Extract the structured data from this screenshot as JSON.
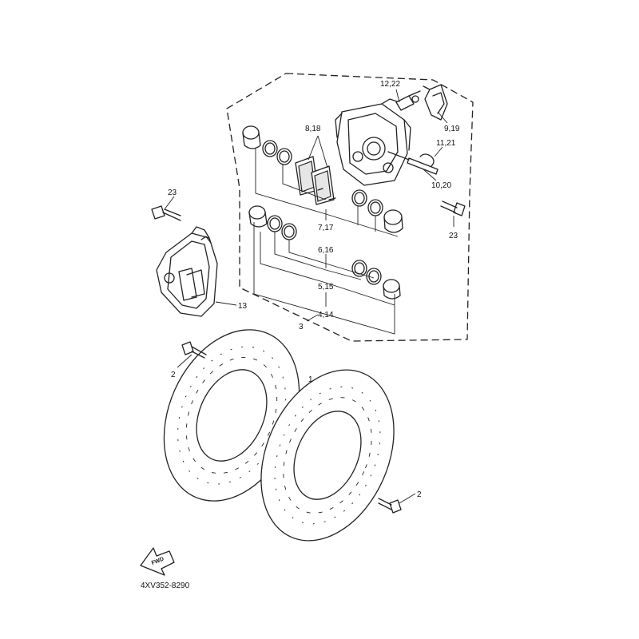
{
  "diagram": {
    "part_code": "4XV352-8290",
    "fwd_label": "FWD",
    "callouts": {
      "c1": "1",
      "c2a": "2",
      "c2b": "2",
      "c3": "3",
      "c4_14": "4,14",
      "c5_15": "5,15",
      "c6_16": "6,16",
      "c7_17": "7,17",
      "c8_18": "8,18",
      "c9_19": "9,19",
      "c10_20": "10,20",
      "c11_21": "11,21",
      "c12_22": "12,22",
      "c13": "13",
      "c23a": "23",
      "c23b": "23"
    }
  }
}
